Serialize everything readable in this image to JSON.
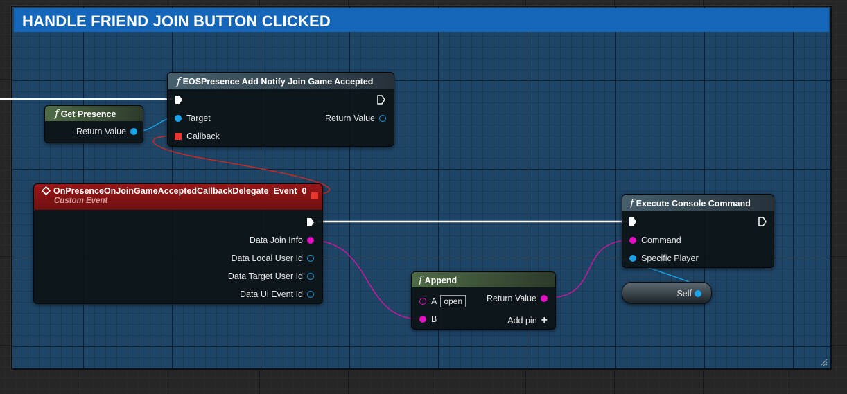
{
  "comment": {
    "title": "HANDLE FRIEND JOIN BUTTON CLICKED",
    "header_color": "#1565b8"
  },
  "nodes": {
    "get_presence": {
      "title": "Get Presence",
      "return_label": "Return Value"
    },
    "eos_presence": {
      "title": "EOSPresence Add Notify Join Game Accepted",
      "target_label": "Target",
      "callback_label": "Callback",
      "return_label": "Return Value"
    },
    "custom_event": {
      "title": "OnPresenceOnJoinGameAcceptedCallbackDelegate_Event_0",
      "subtitle": "Custom Event",
      "outputs": [
        "Data Join Info",
        "Data Local User Id",
        "Data Target User Id",
        "Data Ui Event Id"
      ]
    },
    "append": {
      "title": "Append",
      "a_label": "A",
      "a_value": "open",
      "b_label": "B",
      "return_label": "Return Value",
      "add_pin_label": "Add pin",
      "add_pin_symbol": "+"
    },
    "execute_console": {
      "title": "Execute Console Command",
      "command_label": "Command",
      "player_label": "Specific Player"
    },
    "self": {
      "label": "Self"
    }
  },
  "colors": {
    "exec": "#ffffff",
    "object_pin": "#1aa3e8",
    "string_pin": "#e410c4",
    "delegate_pin": "#e8352d",
    "function_header": "#46606e",
    "pure_header": "#4f6b46",
    "event_header": "#8c1313"
  },
  "icons": [
    "function-icon",
    "event-diamond-icon",
    "exec-pin-icon",
    "add-icon",
    "resize-grip-icon"
  ]
}
